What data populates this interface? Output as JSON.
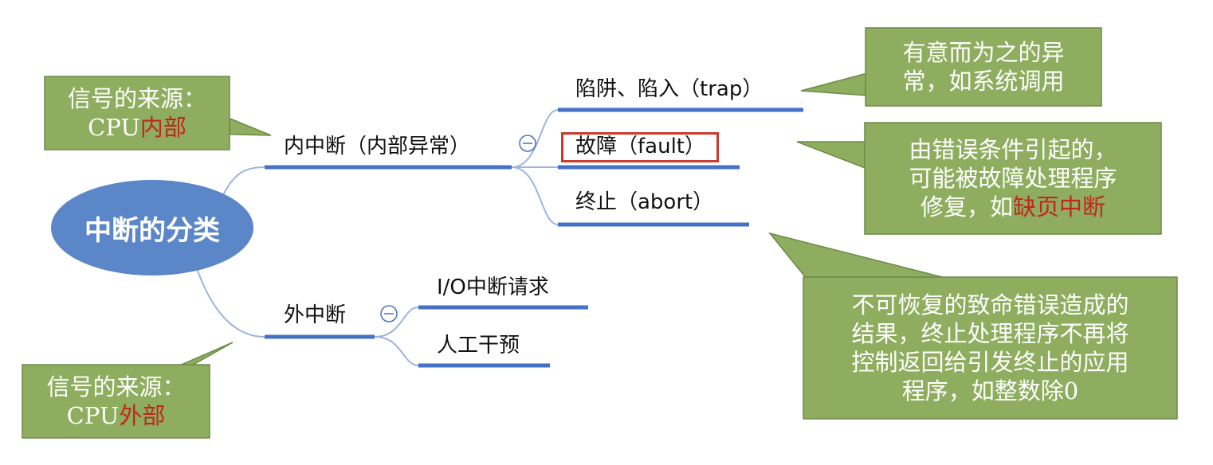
{
  "root": {
    "label": "中断的分类"
  },
  "branches": {
    "internal": {
      "label": "内中断（内部异常）",
      "children": {
        "trap": "陷阱、陷入（trap）",
        "fault": "故障（fault）",
        "abort": "终止（abort）"
      }
    },
    "external": {
      "label": "外中断",
      "children": {
        "io_request": "I/O中断请求",
        "manual": "人工干预"
      }
    }
  },
  "callouts": {
    "internal_source": {
      "line1": "信号的来源：",
      "prefix": "CPU",
      "highlight": "内部"
    },
    "external_source": {
      "line1": "信号的来源：",
      "prefix": "CPU",
      "highlight": "外部"
    },
    "trap_note": {
      "line1": "有意而为之的异",
      "line2": "常，如系统调用"
    },
    "fault_note": {
      "line1": "由错误条件引起的，",
      "line2": "可能被故障处理程序",
      "line3_prefix": "修复，如",
      "line3_highlight": "缺页中断"
    },
    "abort_note": {
      "line1": "不可恢复的致命错误造成的",
      "line2": "结果，终止处理程序不再将",
      "line3": "控制返回给引发终止的应用",
      "line4": "程序，如整数除0"
    }
  },
  "collapse_glyph": "⊖",
  "colors": {
    "branch_line": "#4472c4",
    "connector": "#9db4dc",
    "callout_fill": "#8fad5f",
    "callout_border": "#6f8a48",
    "highlight_text": "#c0271c",
    "highlight_box": "#c93a2e",
    "root_fill": "#5b86c8"
  }
}
